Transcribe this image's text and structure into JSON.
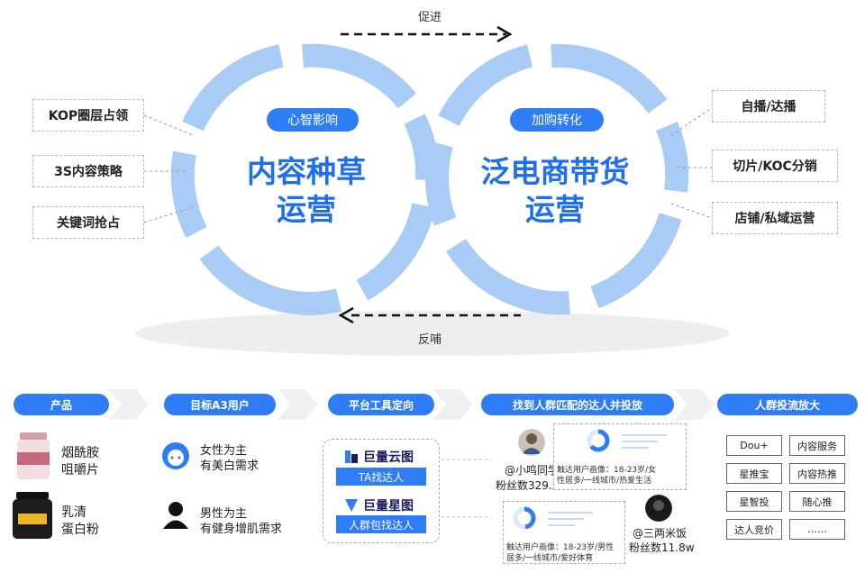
{
  "colors": {
    "accent": "#2f7df6",
    "ring": "#a9ccf6",
    "big_text": "#1f6ef0"
  },
  "top": {
    "promote": "促进",
    "feedback": "反哺"
  },
  "left_circle": {
    "tag": "心智影响",
    "title_line1": "内容种草",
    "title_line2": "运营"
  },
  "right_circle": {
    "tag": "加购转化",
    "title_line1": "泛电商带货",
    "title_line2": "运营"
  },
  "left_items": [
    "KOP圈层占领",
    "3S内容策略",
    "关键词抢占"
  ],
  "right_items": [
    "自播/达播",
    "切片/KOC分销",
    "店铺/私域运营"
  ],
  "flow_headers": [
    "产品",
    "目标A3用户",
    "平台工具定向",
    "找到人群匹配的达人并投放",
    "人群投流放大"
  ],
  "products": [
    {
      "name_line1": "烟酰胺",
      "name_line2": "咀嚼片"
    },
    {
      "name_line1": "乳清",
      "name_line2": "蛋白粉"
    }
  ],
  "users": [
    {
      "icon": "female-user-icon",
      "line1": "女性为主",
      "line2": "有美白需求"
    },
    {
      "icon": "male-user-icon",
      "line1": "男性为主",
      "line2": "有健身增肌需求"
    }
  ],
  "tools": [
    {
      "logo": "巨量云图",
      "button": "TA找达人"
    },
    {
      "logo": "巨量星图",
      "button": "人群包找达人"
    }
  ],
  "influencers": [
    {
      "name": "@小鸣同学",
      "fans": "粉丝数329.2w",
      "portrait_line1": "触达用户画像：18-23岁/女",
      "portrait_line2": "性居多/一线城市/热爱生活"
    },
    {
      "name": "@三两米饭",
      "fans": "粉丝数11.8w",
      "portrait_line1": "触达用户画像：18-23岁/男性",
      "portrait_line2": "居多/一线城市/爱好体育"
    }
  ],
  "amplify_grid": [
    [
      "Dou+",
      "内容服务"
    ],
    [
      "星推宝",
      "内容热推"
    ],
    [
      "星智投",
      "随心推"
    ],
    [
      "达人竞价",
      "……"
    ]
  ]
}
